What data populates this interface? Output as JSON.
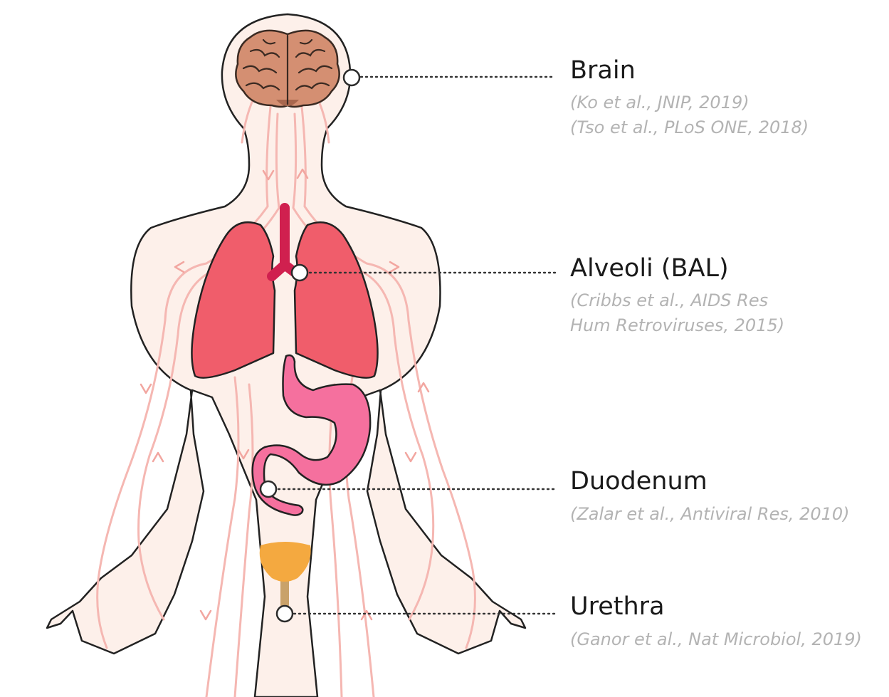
{
  "colors": {
    "body_fill": "#fdf0ea",
    "body_outline": "#222222",
    "vessels": "#f5b7b2",
    "brain": "#d48f72",
    "lungs": "#f05d6b",
    "trachea": "#d0204f",
    "stomach": "#f5709e",
    "bladder": "#f4a940",
    "urethra": "#c9a26a",
    "label_text": "#1a1a1a",
    "citation_text": "#b3b3b3"
  },
  "sites": [
    {
      "id": "brain",
      "icon": "brain-icon",
      "label": "Brain",
      "citations": [
        "(Ko et al., JNIP, 2019)",
        "(Tso et al., PLoS ONE, 2018)"
      ]
    },
    {
      "id": "alveoli",
      "icon": "lungs-icon",
      "label": "Alveoli (BAL)",
      "citations": [
        "(Cribbs et al., AIDS Res",
        "Hum Retroviruses, 2015)"
      ]
    },
    {
      "id": "duodenum",
      "icon": "stomach-icon",
      "label": "Duodenum",
      "citations": [
        "(Zalar et al., Antiviral Res, 2010)"
      ]
    },
    {
      "id": "urethra",
      "icon": "bladder-icon",
      "label": "Urethra",
      "citations": [
        "(Ganor et al., Nat Microbiol, 2019)"
      ]
    }
  ]
}
